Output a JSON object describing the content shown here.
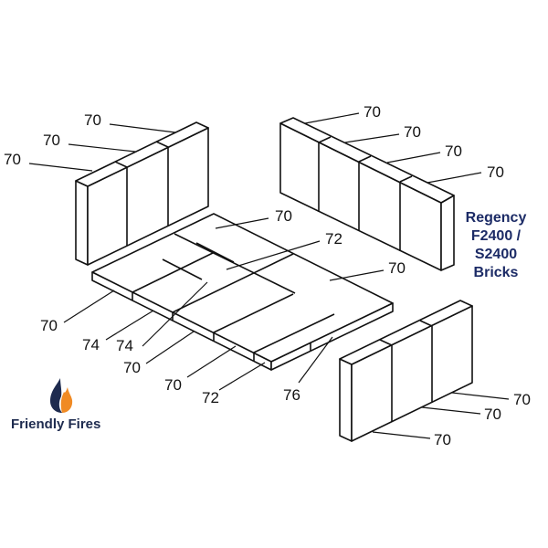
{
  "title": {
    "lines": [
      "Regency",
      "F2400 /",
      "S2400",
      "Bricks"
    ],
    "color": "#1c2b66"
  },
  "brand": {
    "name": "Friendly Fires",
    "icon": "flame-icon",
    "colors": {
      "dark": "#1e2b4f",
      "orange": "#f08a24"
    }
  },
  "labels": {
    "left_wall": [
      "70",
      "70",
      "70"
    ],
    "back_wall": [
      "70",
      "70",
      "70",
      "70"
    ],
    "floor_top": [
      "70",
      "72",
      "70"
    ],
    "floor_front": [
      "70",
      "74",
      "74",
      "70",
      "70",
      "72",
      "76"
    ],
    "right_wall": [
      "70",
      "70",
      "70"
    ]
  }
}
